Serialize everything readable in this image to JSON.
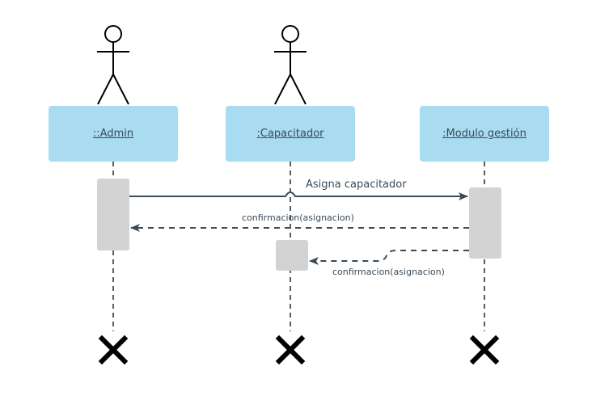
{
  "diagram": {
    "type": "sequence",
    "participants": [
      {
        "id": "admin",
        "label": "::Admin"
      },
      {
        "id": "capacitador",
        "label": ":Capacitador"
      },
      {
        "id": "modulo",
        "label": ":Modulo gestión"
      }
    ],
    "messages": [
      {
        "from": "admin",
        "to": "modulo",
        "label": "Asigna capacitador",
        "style": "solid"
      },
      {
        "from": "modulo",
        "to": "admin",
        "label": "confirmacion(asignacion)",
        "style": "dashed"
      },
      {
        "from": "modulo",
        "to": "capacitador",
        "label": "confirmacion(asignacion)",
        "style": "dashed"
      }
    ],
    "colors": {
      "participant_fill": "#a9dcf0",
      "activation_fill": "#d3d3d3",
      "line": "#3a4a57",
      "destroy": "#000000"
    }
  }
}
